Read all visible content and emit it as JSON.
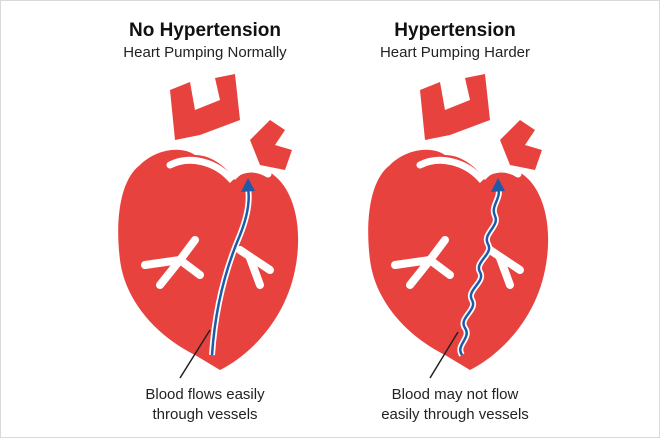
{
  "panels": [
    {
      "title": "No Hypertension",
      "subtitle": "Heart Pumping Normally",
      "caption_line1": "Blood flows easily",
      "caption_line2": "through vessels"
    },
    {
      "title": "Hypertension",
      "subtitle": "Heart Pumping Harder",
      "caption_line1": "Blood may not flow",
      "caption_line2": "easily through vessels"
    }
  ],
  "colors": {
    "heart": "#e8423f",
    "heart_dark": "#d53533",
    "vessel_lines": "#ffffff",
    "blood_flow": "#1e5aa8",
    "pointer": "#222222"
  }
}
